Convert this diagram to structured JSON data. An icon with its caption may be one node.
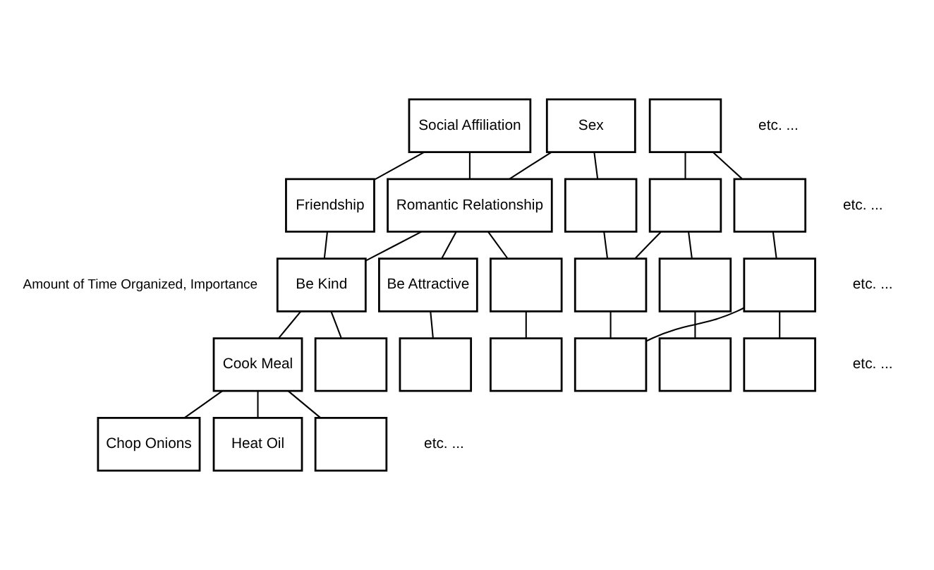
{
  "diagram": {
    "nodes": [
      {
        "text": [
          "Social Affiliation"
        ]
      },
      {
        "text": [
          "Sex"
        ]
      },
      {
        "text": [],
        "shape": "box"
      },
      {
        "text": [
          "Friendship"
        ]
      },
      {
        "text": [
          "Romantic Relationship"
        ]
      },
      {
        "text": [],
        "shape": "box"
      },
      {
        "text": [],
        "shape": "box"
      },
      {
        "text": [],
        "shape": "box"
      },
      {
        "text": [
          "Be Kind"
        ]
      },
      {
        "text": [
          "Be Attractive"
        ]
      },
      {
        "text": [],
        "shape": "box"
      },
      {
        "text": [],
        "shape": "box"
      },
      {
        "text": [],
        "shape": "box"
      },
      {
        "text": [],
        "shape": "box"
      },
      {
        "text": [
          "Cook Meal"
        ]
      },
      {
        "text": [],
        "shape": "box"
      },
      {
        "text": [],
        "shape": "box"
      },
      {
        "text": [],
        "shape": "box"
      },
      {
        "text": [],
        "shape": "box"
      },
      {
        "text": [],
        "shape": "box"
      },
      {
        "text": [],
        "shape": "box"
      },
      {
        "text": [
          "Chop Onions"
        ]
      },
      {
        "text": [
          "Heat Oil"
        ]
      },
      {
        "text": [],
        "shape": "box"
      }
    ],
    "edges": [
      {
        "from": 0,
        "to": 3,
        "arrow": "none"
      },
      {
        "from": 0,
        "to": 4,
        "arrow": "none"
      },
      {
        "from": 1,
        "to": 4,
        "arrow": "none"
      },
      {
        "from": 1,
        "to": 5,
        "arrow": "none"
      },
      {
        "from": 2,
        "to": 6,
        "arrow": "none"
      },
      {
        "from": 2,
        "to": 7,
        "arrow": "none"
      },
      {
        "from": 3,
        "to": 8,
        "arrow": "none"
      },
      {
        "from": 4,
        "to": 8,
        "arrow": "none"
      },
      {
        "from": 4,
        "to": 9,
        "arrow": "none"
      },
      {
        "from": 4,
        "to": 10,
        "arrow": "none"
      },
      {
        "from": 5,
        "to": 11,
        "arrow": "none"
      },
      {
        "from": 6,
        "to": 11,
        "arrow": "none"
      },
      {
        "from": 6,
        "to": 12,
        "arrow": "none"
      },
      {
        "from": 7,
        "to": 13,
        "arrow": "none"
      },
      {
        "from": 8,
        "to": 14,
        "arrow": "none"
      },
      {
        "from": 8,
        "to": 15,
        "arrow": "none"
      },
      {
        "from": 9,
        "to": 16,
        "arrow": "none"
      },
      {
        "from": 10,
        "to": 17,
        "arrow": "none"
      },
      {
        "from": 11,
        "to": 18,
        "arrow": "none"
      },
      {
        "from": 13,
        "to": 18,
        "arrow": "none"
      },
      {
        "from": 12,
        "to": 19,
        "arrow": "none"
      },
      {
        "from": 13,
        "to": 20,
        "arrow": "none"
      },
      {
        "from": 14,
        "to": 21,
        "arrow": "none"
      },
      {
        "from": 14,
        "to": 22,
        "arrow": "none"
      },
      {
        "from": 14,
        "to": 23,
        "arrow": "none"
      }
    ],
    "labels": [
      "Amount of Time Organized, Importance",
      "etc. ...",
      "etc. ...",
      "etc. ...",
      "etc. ...",
      "etc. ..."
    ]
  }
}
